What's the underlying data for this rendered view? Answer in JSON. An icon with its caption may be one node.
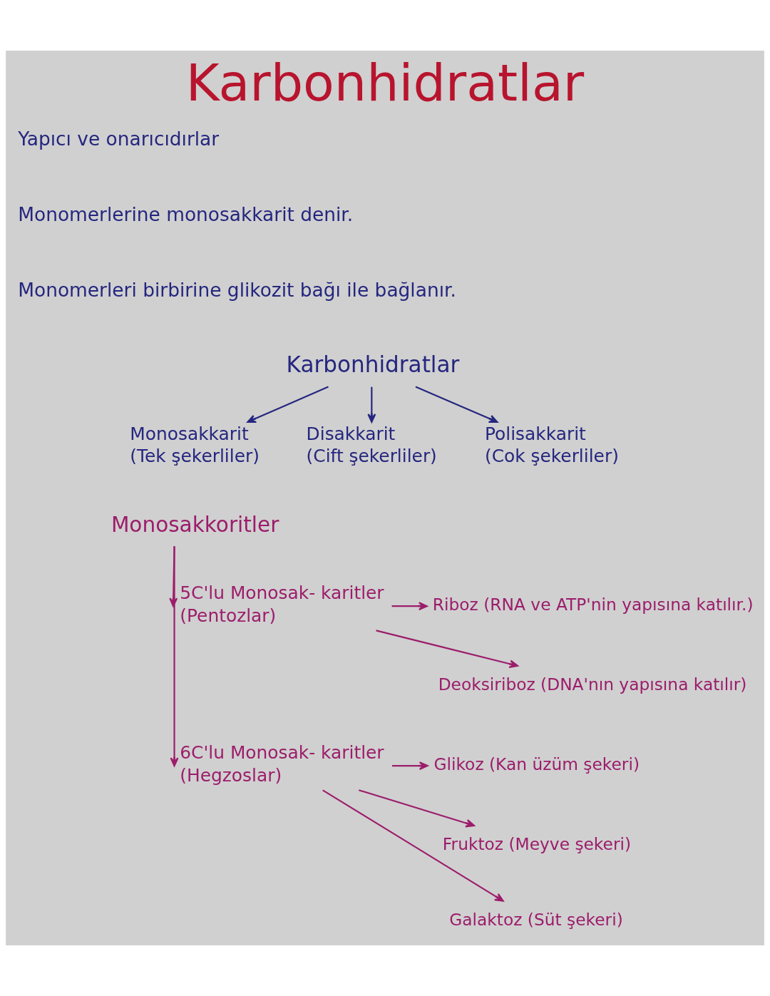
{
  "diagram": {
    "title": "Karbonhidratlar",
    "nodes": [
      {
        "text": [
          "Karbonhidratlar"
        ]
      },
      {
        "text": [
          "Monosakkarit",
          "(Tek şekerliler)"
        ]
      },
      {
        "text": [
          "Disakkarit",
          "(Cift şekerliler)"
        ]
      },
      {
        "text": [
          "Polisakkarit",
          "(Cok şekerliler)"
        ]
      },
      {
        "text": [
          "Monosakkoritler"
        ]
      },
      {
        "text": [
          "5C'lu Monosak- karitler",
          "(Pentozlar)"
        ]
      },
      {
        "text": [
          "Riboz (RNA ve ATP'nin yapısına katılır.)"
        ]
      },
      {
        "text": [
          "Deoksiriboz (DNA'nın yapısına katılır)"
        ]
      },
      {
        "text": [
          "6C'lu Monosak- karitler",
          "(Hegzoslar)"
        ]
      },
      {
        "text": [
          "Glikoz (Kan üzüm şekeri)"
        ]
      },
      {
        "text": [
          "Fruktoz (Meyve şekeri)"
        ]
      },
      {
        "text": [
          "Galaktoz (Süt şekeri)"
        ]
      }
    ],
    "edges": [
      {
        "from": 0,
        "to": 1,
        "arrow": "to",
        "color": "#25267f"
      },
      {
        "from": 0,
        "to": 2,
        "arrow": "to",
        "color": "#25267f"
      },
      {
        "from": 0,
        "to": 3,
        "arrow": "to",
        "color": "#25267f"
      },
      {
        "from": 4,
        "to": 5,
        "arrow": "to"
      },
      {
        "from": 4,
        "to": 8,
        "arrow": "to"
      },
      {
        "from": 5,
        "to": 6,
        "arrow": "to"
      },
      {
        "from": 5,
        "to": 7,
        "arrow": "to"
      },
      {
        "from": 8,
        "to": 9,
        "arrow": "to"
      },
      {
        "from": 8,
        "to": 10,
        "arrow": "to"
      },
      {
        "from": 8,
        "to": 11,
        "arrow": "to"
      }
    ],
    "labels": [
      "Yapıcı ve onarıcıdırlar",
      "Monomerlerine monosakkarit denir.",
      "Monomerleri birbirine glikozit bağı ile bağlanır."
    ]
  }
}
